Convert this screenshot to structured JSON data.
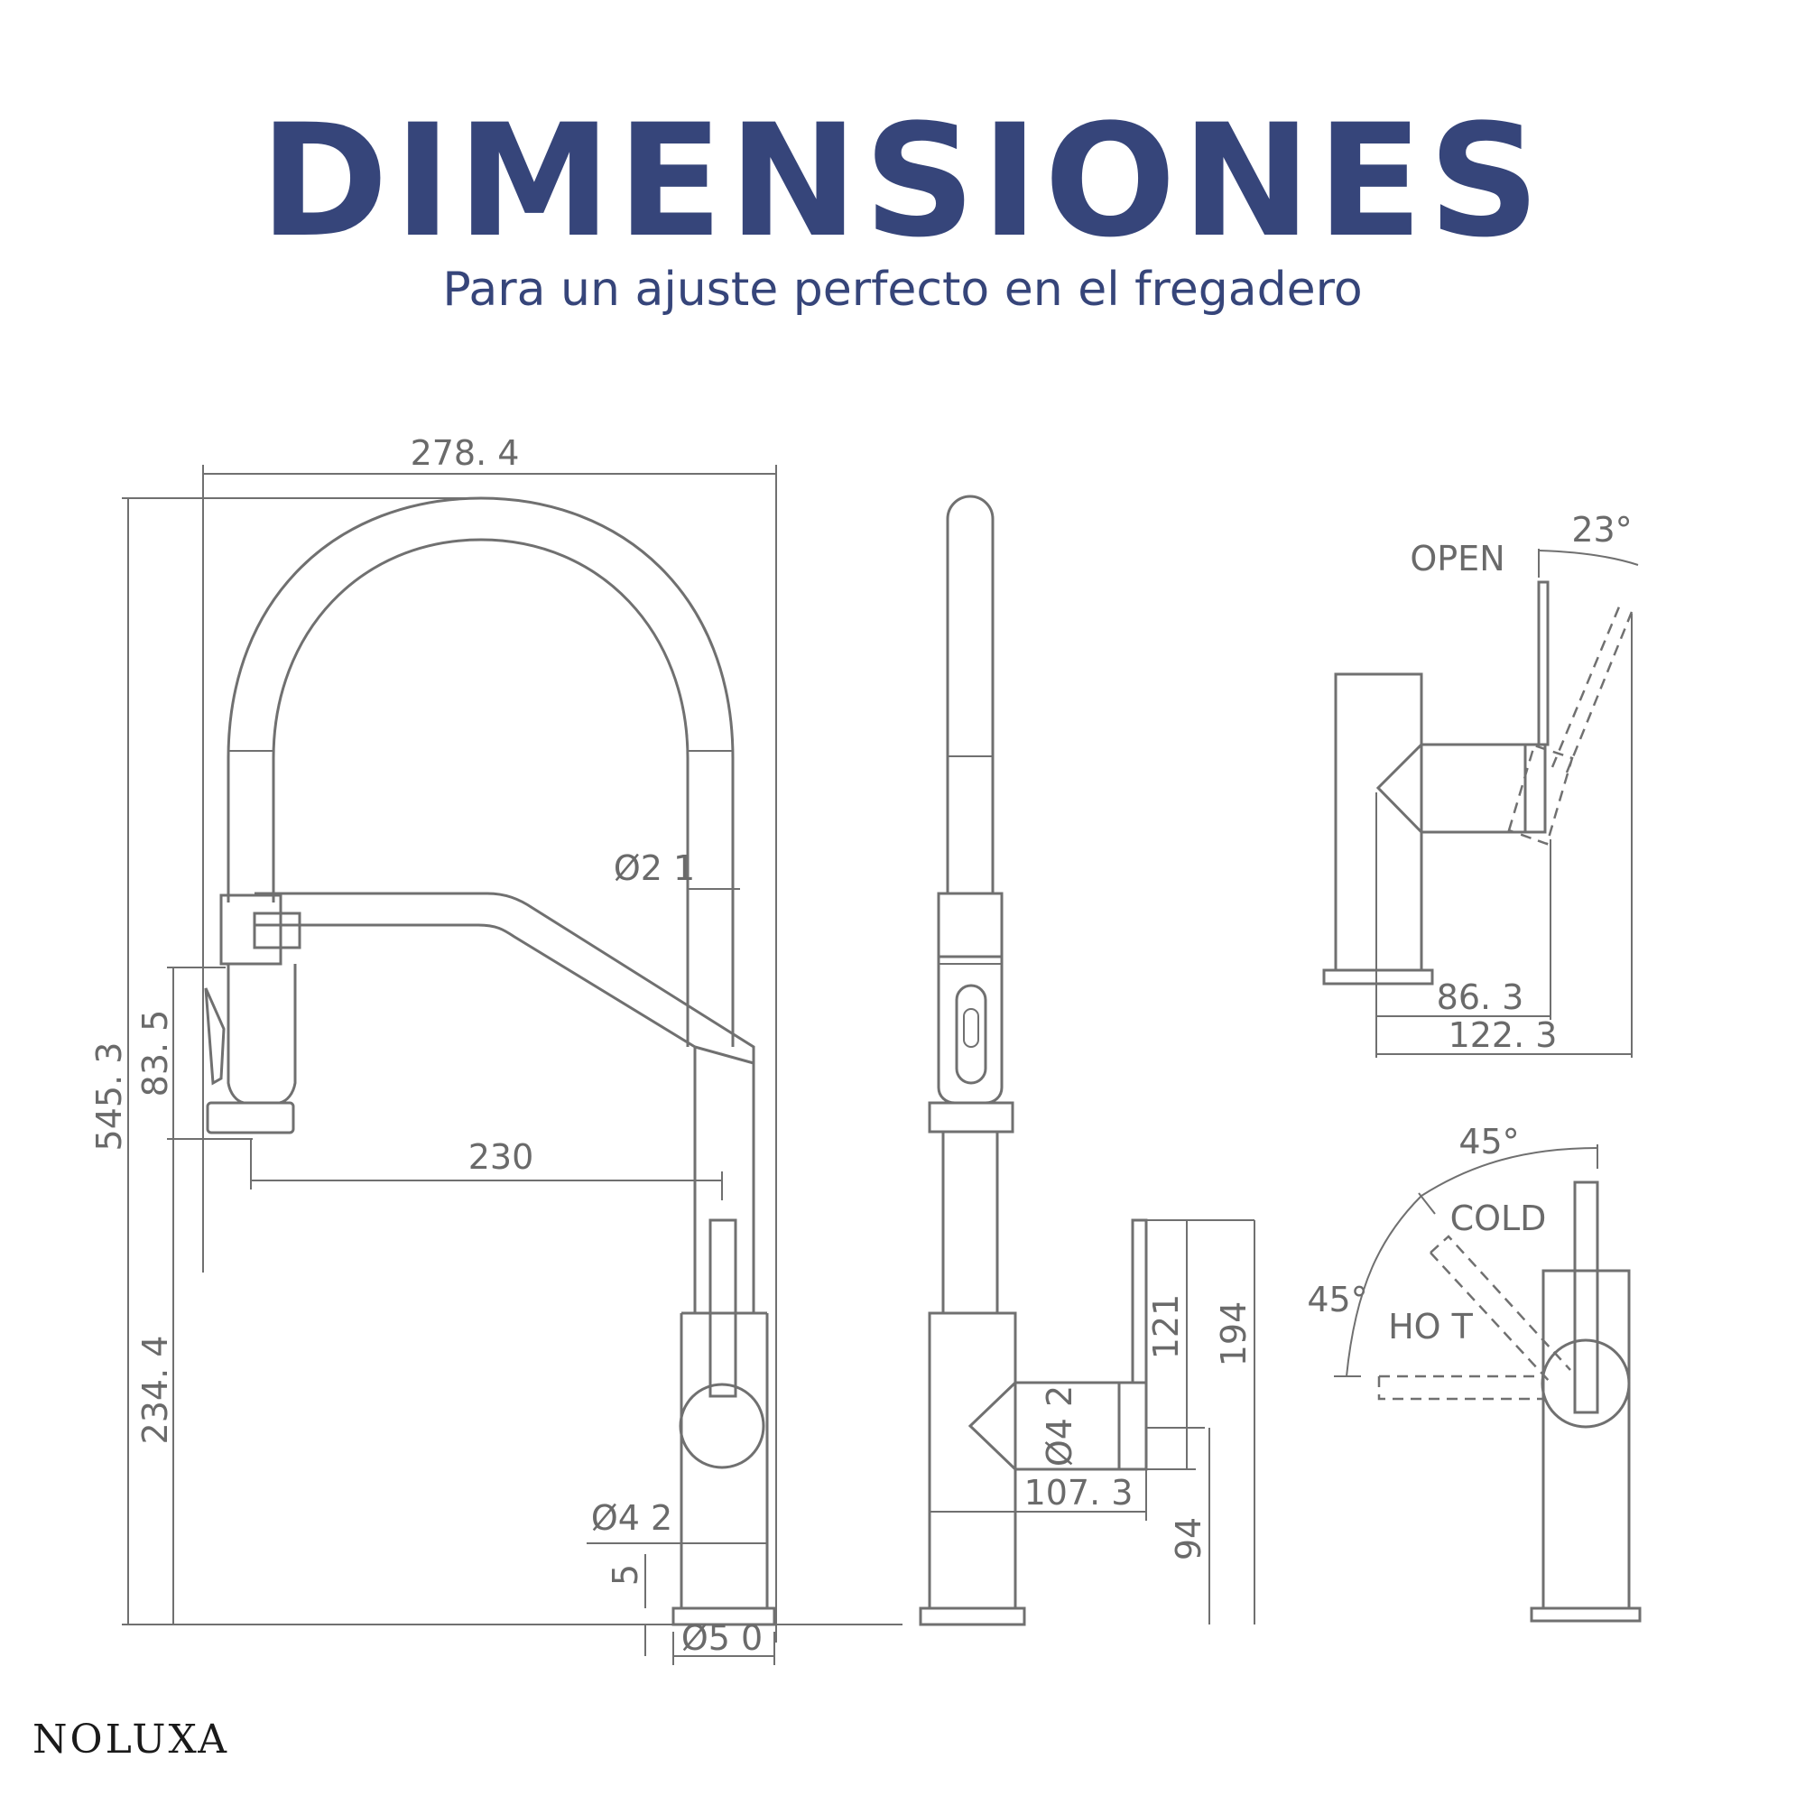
{
  "title": "DIMENSIONES",
  "subtitle": "Para un ajuste perfecto en el fregadero",
  "brand": "NOLUXA",
  "colors": {
    "title": "#36457a",
    "drawing": "#707070",
    "background": "#ffffff"
  },
  "front_view": {
    "width_label": "278. 4",
    "height_label": "545. 3",
    "head_label": "83. 5",
    "reach_label": "230",
    "base_height_label": "234. 4",
    "spout_diameter_label": "Ø2 1",
    "lever_diameter_label": "Ø4 2",
    "plate_label": "5",
    "base_diameter_label": "Ø5 0"
  },
  "side_view": {
    "lever_height_label": "121",
    "total_height_label": "194",
    "lower_height_label": "94",
    "hub_diameter_label": "Ø4 2",
    "depth_label": "107. 3"
  },
  "top_right_view": {
    "open_label": "OPEN",
    "angle_label": "23°",
    "width_inner_label": "86. 3",
    "width_outer_label": "122. 3"
  },
  "bottom_right_view": {
    "angle_top_label": "45°",
    "cold_label": "COLD",
    "angle_side_label": "45°",
    "hot_label": "HO T"
  }
}
